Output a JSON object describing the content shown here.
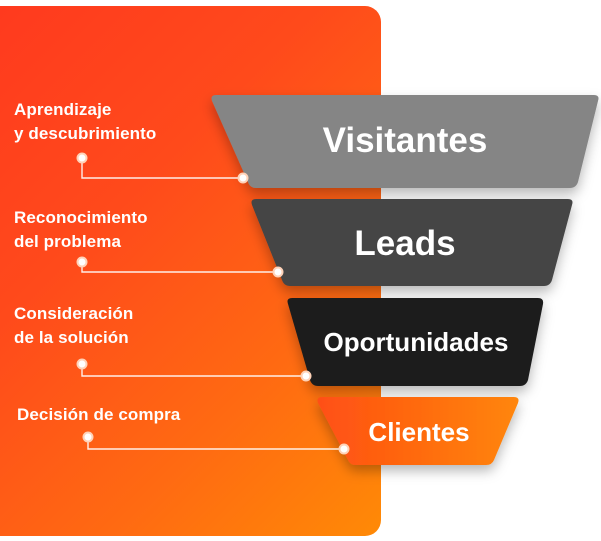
{
  "colors": {
    "panel_start": "#ff3a1e",
    "panel_end": "#ff8a06",
    "tier_visitantes": "#858585",
    "tier_leads": "#454545",
    "tier_oportunidades": "#1e1e1e",
    "tier_clientes": "#ff6a0c",
    "text": "#ffffff",
    "connector": "#ffffff"
  },
  "stages": [
    {
      "label": "Aprendizaje\ny descubrimiento"
    },
    {
      "label": "Reconocimiento\ndel problema"
    },
    {
      "label": "Consideración\nde la solución"
    },
    {
      "label": "Decisión de compra"
    }
  ],
  "funnel": [
    {
      "label": "Visitantes"
    },
    {
      "label": "Leads"
    },
    {
      "label": "Oportunidades"
    },
    {
      "label": "Clientes"
    }
  ]
}
